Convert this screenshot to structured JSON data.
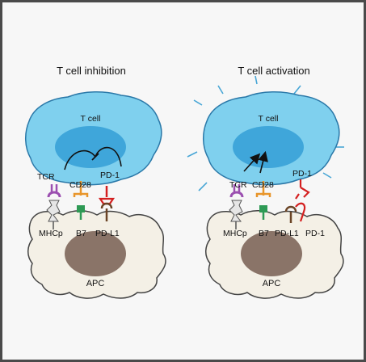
{
  "panels": {
    "left": {
      "title": "T cell inhibition",
      "cell_label": "T cell",
      "apc_label": "APC",
      "labels": {
        "tcr": "TCR",
        "cd28": "CD28",
        "pd1": "PD-1",
        "mhcp": "MHCp",
        "b7": "B7",
        "pdl1": "PD-L1"
      }
    },
    "right": {
      "title": "T cell activation",
      "cell_label": "T cell",
      "apc_label": "APC",
      "labels": {
        "tcr": "TCR",
        "cd28": "CD28",
        "pd1_cell": "PD-1",
        "mhcp": "MHCp",
        "b7": "B7",
        "pdl1": "PD-L1",
        "pd1_bound": "PD-1"
      }
    }
  },
  "colors": {
    "tcell_fill": "#7fd0ee",
    "tcell_stroke": "#2a78a8",
    "nucleus_tcell": "#3fa6da",
    "apc_fill": "#f4f0e6",
    "apc_stroke": "#444444",
    "nucleus_apc": "#8a7468",
    "tcr": "#9b4fb0",
    "cd28": "#e8952a",
    "b7": "#2e9a55",
    "pd1": "#d42020",
    "pdl1": "#6b4426",
    "activation_rays": "#48a6d6"
  }
}
